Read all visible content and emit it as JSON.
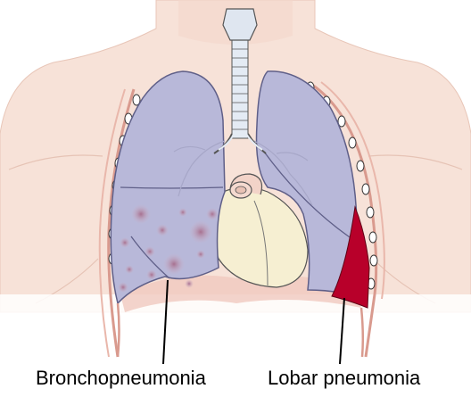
{
  "labels": {
    "left": "Bronchopneumonia",
    "right": "Lobar pneumonia"
  },
  "colors": {
    "skin": "#f5ddd3",
    "skin_outline": "#e6c3b5",
    "lung": "#b8b8d9",
    "lung_outline": "#6f6f99",
    "pleura": "#d99a8e",
    "pleura_nodes": "#ffffff",
    "heart": "#f5edd0",
    "lobar_consolidation": "#b8002a",
    "bronchopneumonia_spots": "#c9a3b8",
    "trachea": "#dfe6f0"
  },
  "icons": [
    "torso-outline",
    "trachea",
    "larynx",
    "left-lung",
    "right-lung",
    "heart",
    "aortic-arch",
    "diaphragm",
    "lobar-consolidation",
    "bronchopneumonia-patches"
  ]
}
